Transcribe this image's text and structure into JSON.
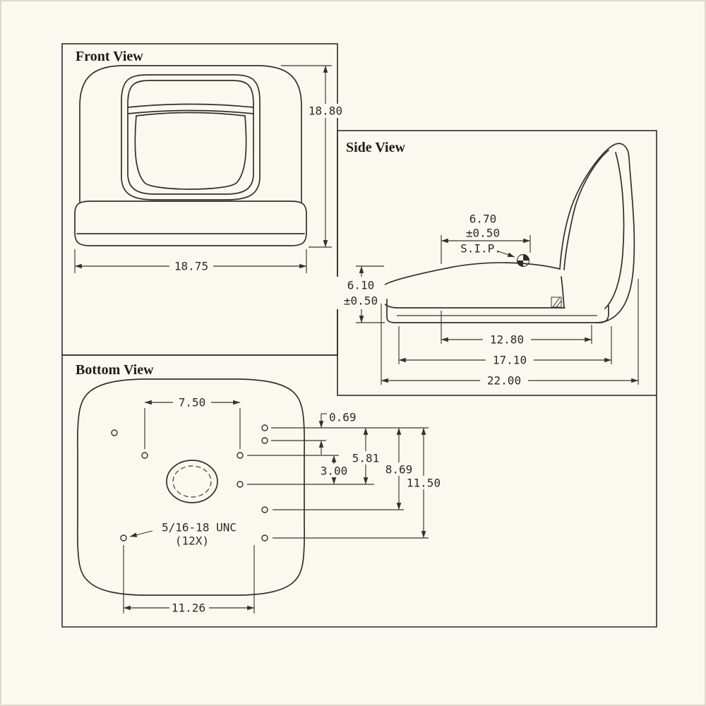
{
  "colors": {
    "paper": "#fbf8ef",
    "ink": "#2d2b26"
  },
  "front_view": {
    "title": "Front View",
    "height": "18.80",
    "width": "18.75"
  },
  "side_view": {
    "title": "Side View",
    "top_dim": "6.70",
    "top_tol": "±0.50",
    "sip": "S.I.P.",
    "left_dim": "6.10",
    "left_tol": "±0.50",
    "depth_inner": "12.80",
    "depth_mid": "17.10",
    "depth_outer": "22.00"
  },
  "bottom_view": {
    "title": "Bottom View",
    "hole_span": "7.50",
    "pair_offset": "0.69",
    "chain_a": "3.00",
    "chain_b": "5.81",
    "chain_c": "8.69",
    "chain_d": "11.50",
    "thread": "5/16-18 UNC",
    "thread_qty": "(12X)",
    "base_span": "11.26"
  }
}
